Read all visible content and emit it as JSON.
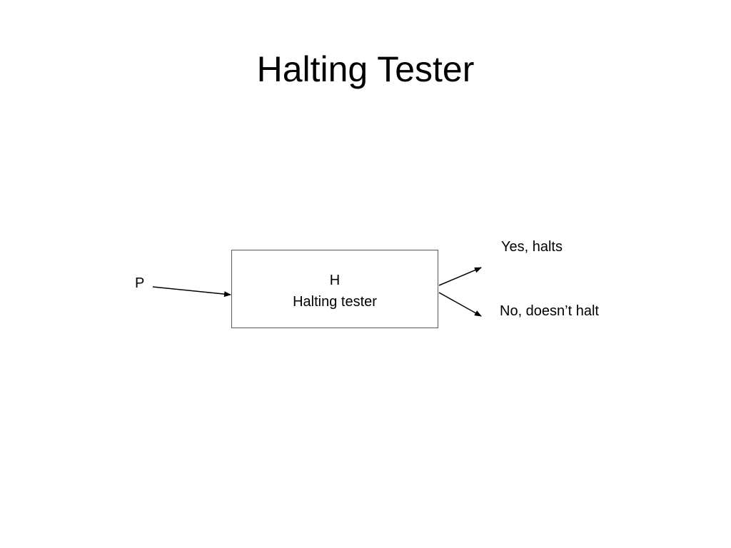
{
  "slide": {
    "title": "Halting Tester"
  },
  "diagram": {
    "input_label": "P",
    "machine": {
      "name": "H",
      "description": "Halting tester"
    },
    "outputs": {
      "yes": "Yes, halts",
      "no": "No, doesn’t halt"
    },
    "colors": {
      "stroke": "#000000",
      "box_border": "#595959",
      "background": "#ffffff"
    }
  }
}
